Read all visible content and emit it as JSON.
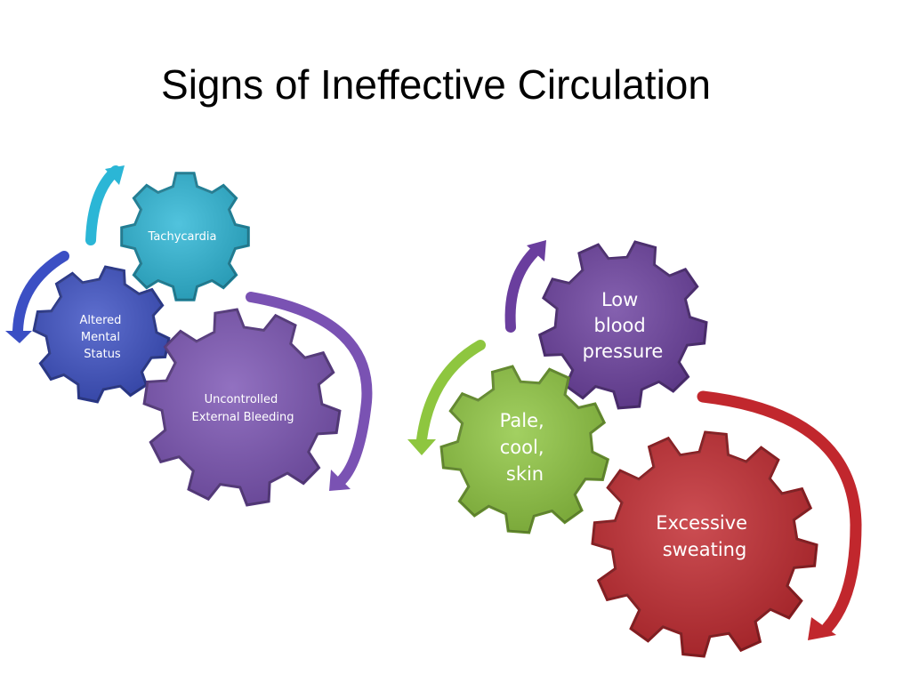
{
  "slide": {
    "title": "Signs of Ineffective Circulation"
  },
  "left_cluster": {
    "gears": [
      {
        "id": "tachycardia",
        "lines": [
          "Tachycardia"
        ],
        "color": "#2bb6d6"
      },
      {
        "id": "altered-mental-status",
        "lines": [
          "Altered",
          "Mental",
          "Status"
        ],
        "color": "#3b4fc4"
      },
      {
        "id": "uncontrolled-external-bleeding",
        "lines": [
          "Uncontrolled",
          "External Bleeding"
        ],
        "color": "#7a52b3"
      }
    ],
    "arrow_colors": [
      "#2bb6d6",
      "#3b4fc4",
      "#7a52b3"
    ]
  },
  "right_cluster": {
    "gears": [
      {
        "id": "low-blood-pressure",
        "lines": [
          "Low",
          "blood",
          "pressure"
        ],
        "color": "#6a3e9e"
      },
      {
        "id": "pale-cool-skin",
        "lines": [
          "Pale,",
          "cool,",
          "skin"
        ],
        "color": "#8ec63f"
      },
      {
        "id": "excessive-sweating",
        "lines": [
          "Excessive",
          "sweating"
        ],
        "color": "#c1272d"
      }
    ],
    "arrow_colors": [
      "#6a3e9e",
      "#8ec63f",
      "#c1272d"
    ]
  }
}
